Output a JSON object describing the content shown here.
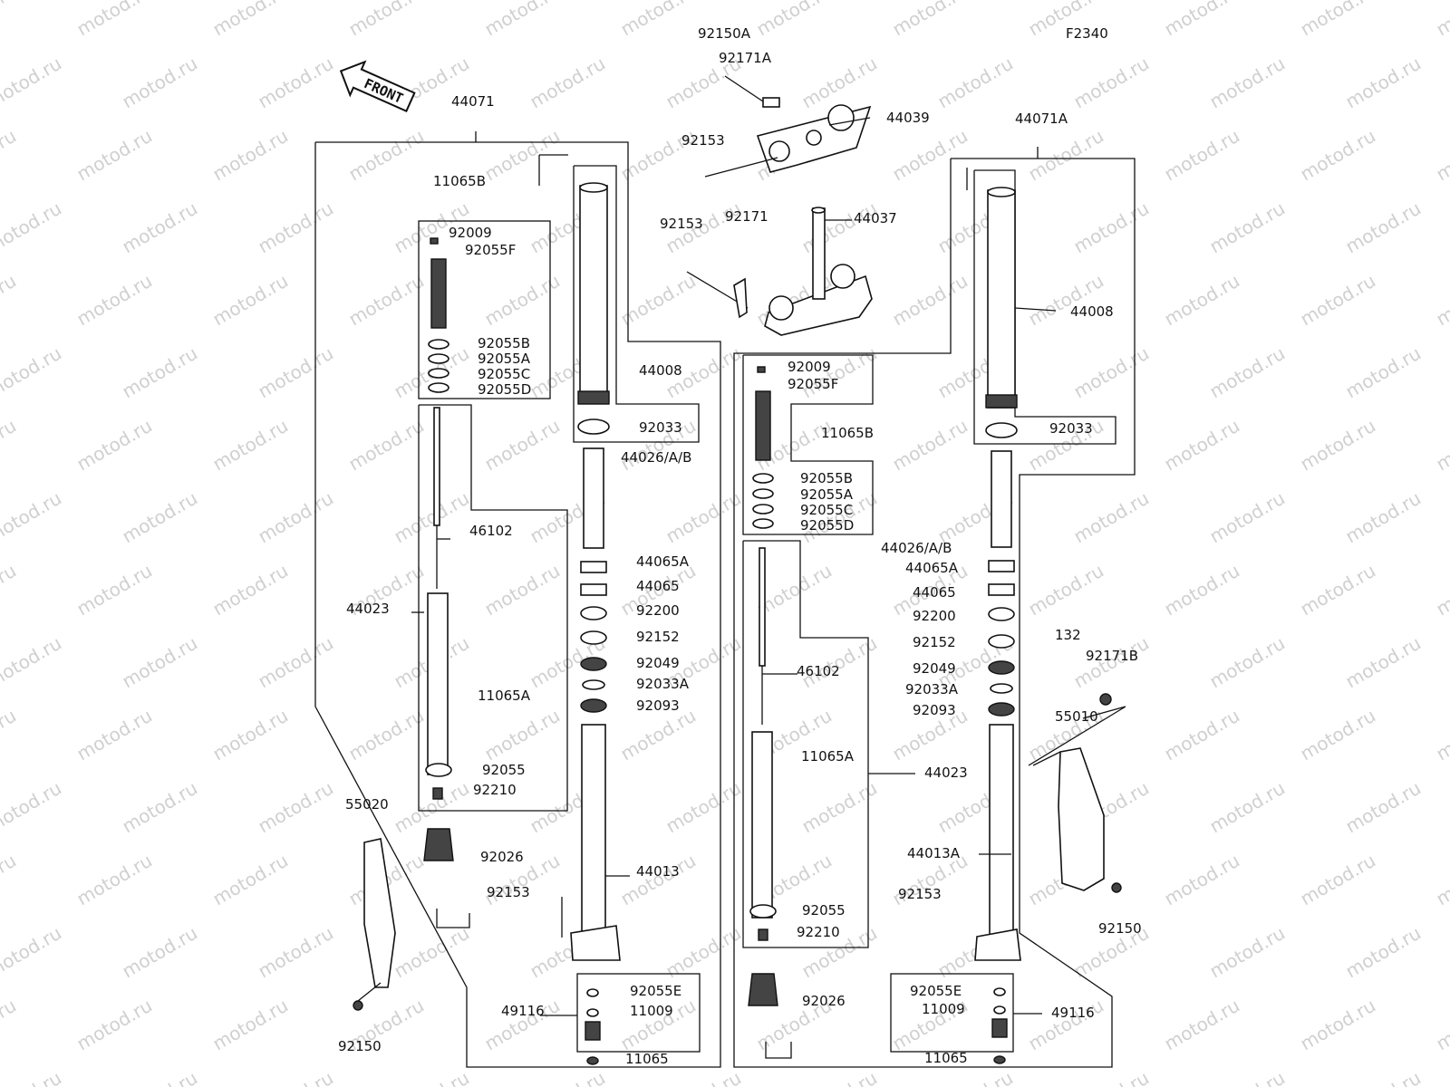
{
  "diagram": {
    "code": "F2340",
    "front_label": "FRONT",
    "watermark": "motod.ru"
  },
  "labels": [
    {
      "text": "92150A"
    },
    {
      "text": "92171A"
    },
    {
      "text": "44039"
    },
    {
      "text": "92153"
    },
    {
      "text": "44037"
    },
    {
      "text": "92153"
    },
    {
      "text": "92171"
    },
    {
      "text": "44071"
    },
    {
      "text": "11065B"
    },
    {
      "text": "92009"
    },
    {
      "text": "92055F"
    },
    {
      "text": "92055B"
    },
    {
      "text": "92055A"
    },
    {
      "text": "92055C"
    },
    {
      "text": "92055D"
    },
    {
      "text": "44008"
    },
    {
      "text": "92033"
    },
    {
      "text": "44026/A/B"
    },
    {
      "text": "46102"
    },
    {
      "text": "44065A"
    },
    {
      "text": "44065"
    },
    {
      "text": "44023"
    },
    {
      "text": "92200"
    },
    {
      "text": "92152"
    },
    {
      "text": "92049"
    },
    {
      "text": "92033A"
    },
    {
      "text": "11065A"
    },
    {
      "text": "92093"
    },
    {
      "text": "92055"
    },
    {
      "text": "92210"
    },
    {
      "text": "55020"
    },
    {
      "text": "92026"
    },
    {
      "text": "44013"
    },
    {
      "text": "92153"
    },
    {
      "text": "92055E"
    },
    {
      "text": "49116"
    },
    {
      "text": "11009"
    },
    {
      "text": "11065"
    },
    {
      "text": "92150"
    },
    {
      "text": "44071A"
    },
    {
      "text": "44008"
    },
    {
      "text": "92009"
    },
    {
      "text": "92055F"
    },
    {
      "text": "11065B"
    },
    {
      "text": "92055B"
    },
    {
      "text": "92055A"
    },
    {
      "text": "92055C"
    },
    {
      "text": "92055D"
    },
    {
      "text": "92033"
    },
    {
      "text": "44026/A/B"
    },
    {
      "text": "44065A"
    },
    {
      "text": "44065"
    },
    {
      "text": "92200"
    },
    {
      "text": "92152"
    },
    {
      "text": "92049"
    },
    {
      "text": "92033A"
    },
    {
      "text": "92093"
    },
    {
      "text": "46102"
    },
    {
      "text": "132"
    },
    {
      "text": "92171B"
    },
    {
      "text": "55010"
    },
    {
      "text": "11065A"
    },
    {
      "text": "44023"
    },
    {
      "text": "44013A"
    },
    {
      "text": "92153"
    },
    {
      "text": "92150"
    },
    {
      "text": "92055"
    },
    {
      "text": "92210"
    },
    {
      "text": "92026"
    },
    {
      "text": "92055E"
    },
    {
      "text": "11009"
    },
    {
      "text": "49116"
    },
    {
      "text": "11065"
    }
  ]
}
